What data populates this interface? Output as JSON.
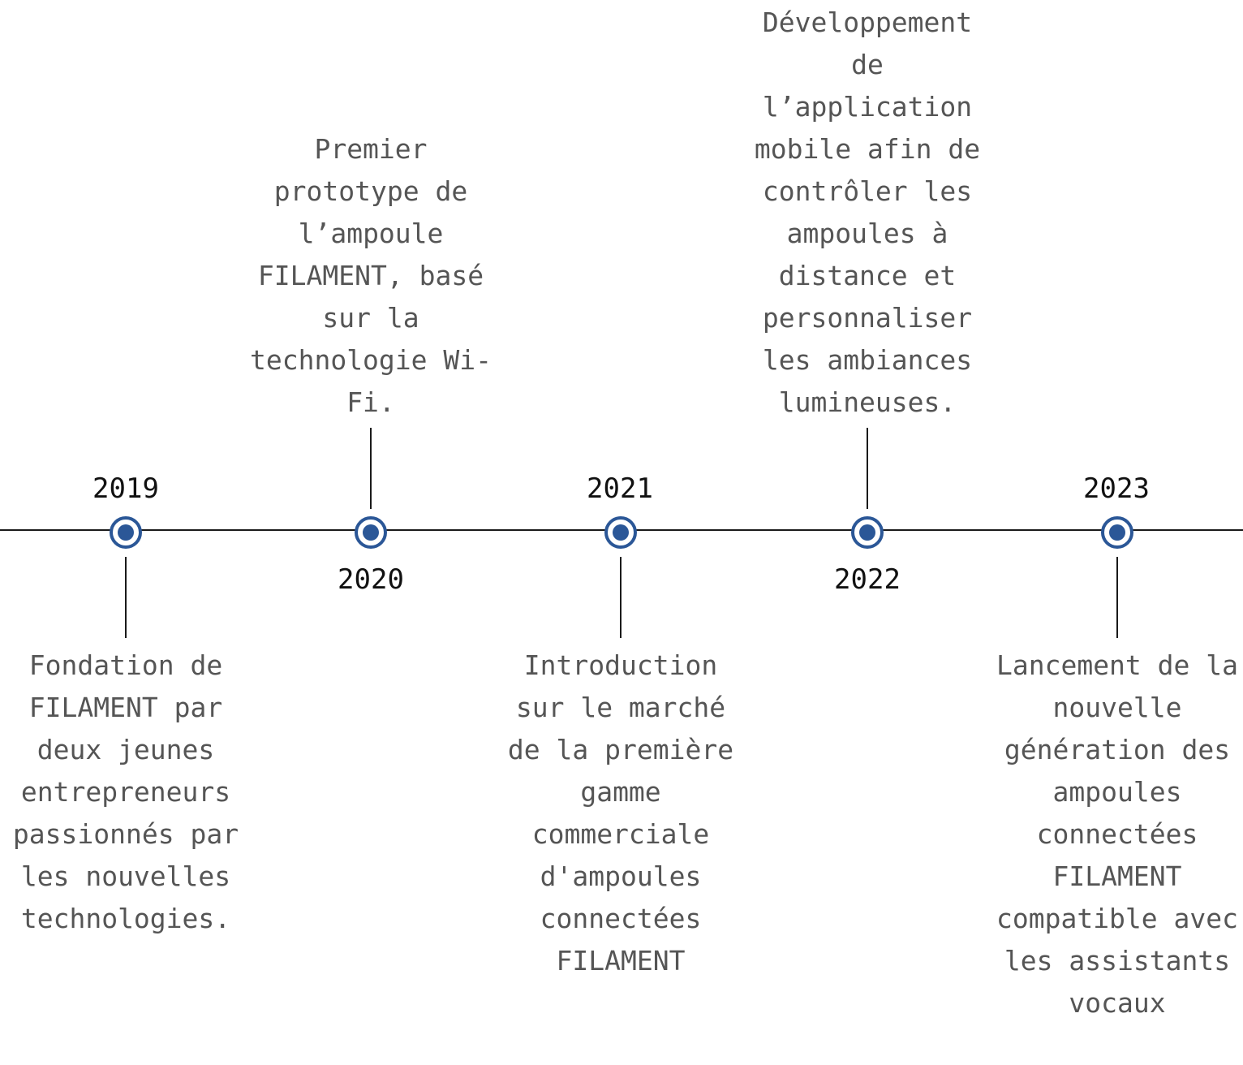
{
  "accent_color": "#2b5797",
  "milestones": [
    {
      "year": "2019",
      "description": "Fondation de FILAMENT par deux jeunes entrepreneurs passionnés par les nouvelles technologies."
    },
    {
      "year": "2020",
      "description": "Premier prototype de l’ampoule FILAMENT, basé sur la technologie Wi-Fi."
    },
    {
      "year": "2021",
      "description": "Introduction sur le marché de la première gamme commerciale d'ampoules connectées FILAMENT"
    },
    {
      "year": "2022",
      "description": "Développement de l’application mobile afin de contrôler les ampoules à distance et personnaliser les ambiances lumineuses."
    },
    {
      "year": "2023",
      "description": "Lancement de la nouvelle génération des ampoules connectées FILAMENT compatible avec les assistants vocaux"
    }
  ]
}
